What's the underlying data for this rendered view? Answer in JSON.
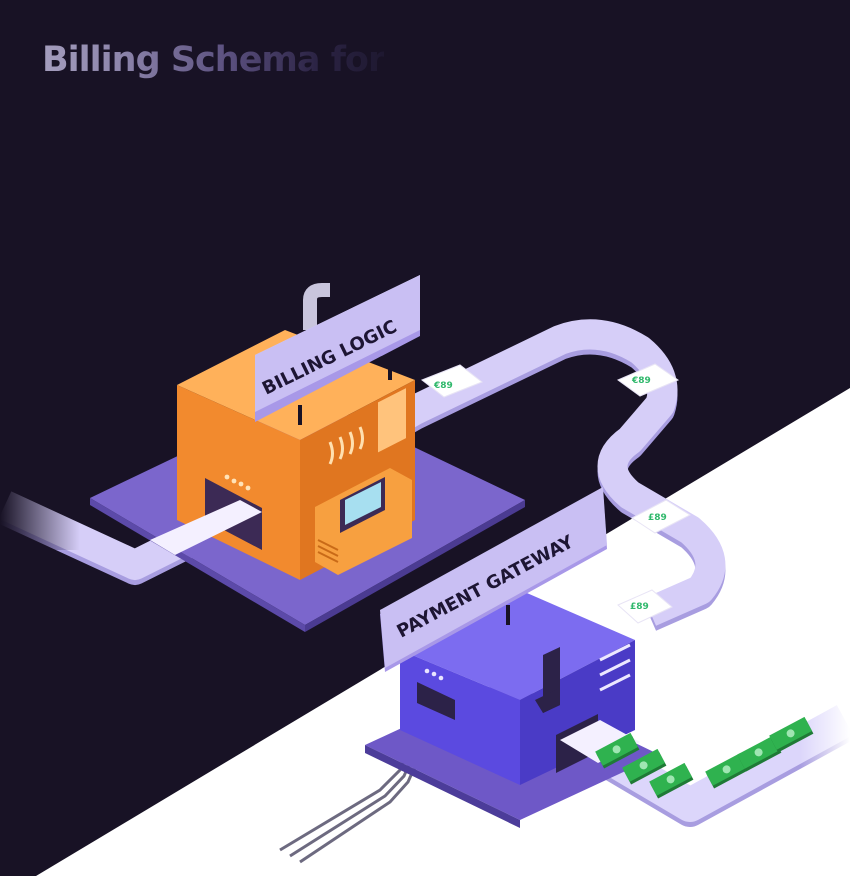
{
  "title": "Billing Schema for",
  "billing_logic": {
    "label": "BILLING LOGIC"
  },
  "payment_gateway": {
    "label": "PAYMENT GATEWAY"
  },
  "conveyor": {
    "tickets": [
      "€89",
      "€89",
      "£89",
      "£89"
    ]
  },
  "colors": {
    "background_dark": "#181225",
    "background_light": "#ffffff",
    "belt": "#d6cef8",
    "billing_box": "#f28a2e",
    "gateway_box": "#6655e6",
    "platform": "#8a74d8",
    "sign": "#c9bff3",
    "money": "#2fb24f",
    "ticket_text": "#2fb86b"
  }
}
